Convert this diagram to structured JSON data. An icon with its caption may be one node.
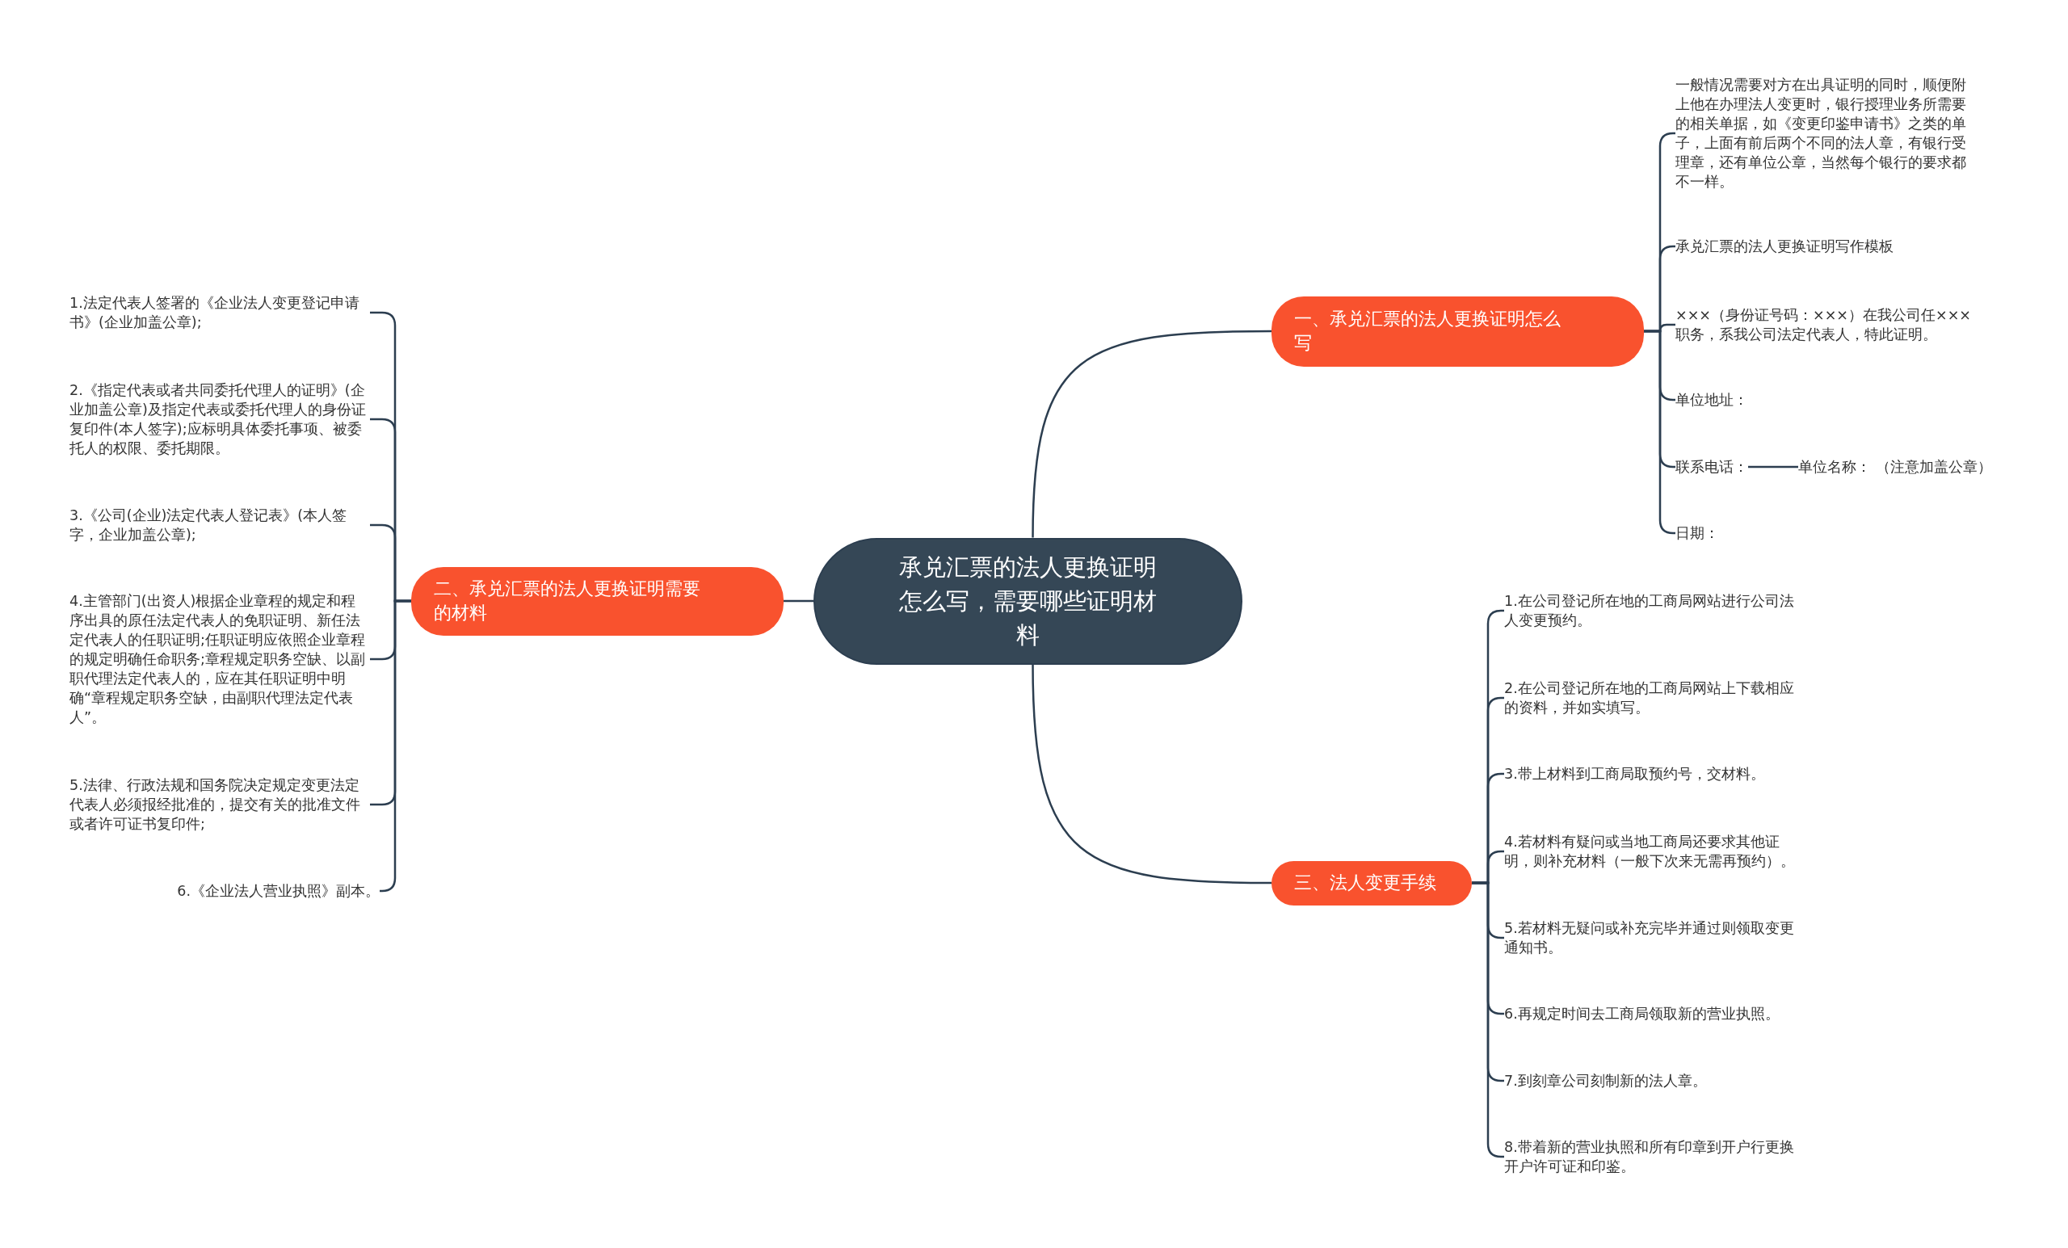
{
  "diagram": {
    "nodes": [
      {
        "text": [
          "承兑汇票的法人更换证明怎么写，需要哪些证明材料"
        ]
      },
      {
        "text": [
          "一、承兑汇票的法人更换证明怎么写"
        ]
      },
      {
        "text": [
          "一般情况需要对方在出具证明的同时，顺便附上他在办理法人变更时，银行授理业务所需要的相关单据，如《变更印鉴申请书》之类的单子，上面有前后两个不同的法人章，有银行受理章，还有单位公章，当然每个银行的要求都不一样。"
        ]
      },
      {
        "text": [
          "承兑汇票的法人更换证明写作模板"
        ]
      },
      {
        "text": [
          "×××（身份证号码：×××）在我公司任×××职务，系我公司法定代表人，特此证明。"
        ]
      },
      {
        "text": [
          "单位地址："
        ]
      },
      {
        "text": [
          "联系电话："
        ]
      },
      {
        "text": [
          "单位名称： （注意加盖公章）"
        ]
      },
      {
        "text": [
          "日期："
        ]
      },
      {
        "text": [
          "二、承兑汇票的法人更换证明需要的材料"
        ]
      },
      {
        "text": [
          "1.法定代表人签署的《企业法人变更登记申请书》(企业加盖公章);"
        ]
      },
      {
        "text": [
          "2.《指定代表或者共同委托代理人的证明》(企业加盖公章)及指定代表或委托代理人的身份证复印件(本人签字);应标明具体委托事项、被委托人的权限、委托期限。"
        ]
      },
      {
        "text": [
          "3.《公司(企业)法定代表人登记表》(本人签字，企业加盖公章);"
        ]
      },
      {
        "text": [
          "4.主管部门(出资人)根据企业章程的规定和程序出具的原任法定代表人的免职证明、新任法定代表人的任职证明;任职证明应依照企业章程的规定明确任命职务;章程规定职务空缺、以副职代理法定代表人的，应在其任职证明中明确“章程规定职务空缺，由副职代理法定代表人”。"
        ]
      },
      {
        "text": [
          "5.法律、行政法规和国务院决定规定变更法定代表人必须报经批准的，提交有关的批准文件或者许可证书复印件;"
        ]
      },
      {
        "text": [
          "6.《企业法人营业执照》副本。"
        ]
      },
      {
        "text": [
          "三、法人变更手续"
        ]
      },
      {
        "text": [
          "1.在公司登记所在地的工商局网站进行公司法人变更预约。"
        ]
      },
      {
        "text": [
          "2.在公司登记所在地的工商局网站上下载相应的资料，并如实填写。"
        ]
      },
      {
        "text": [
          "3.带上材料到工商局取预约号，交材料。"
        ]
      },
      {
        "text": [
          "4.若材料有疑问或当地工商局还要求其他证明，则补充材料（一般下次来无需再预约）。"
        ]
      },
      {
        "text": [
          "5.若材料无疑问或补充完毕并通过则领取变更通知书。"
        ]
      },
      {
        "text": [
          "6.再规定时间去工商局领取新的营业执照。"
        ]
      },
      {
        "text": [
          "7.到刻章公司刻制新的法人章。"
        ]
      },
      {
        "text": [
          "8.带着新的营业执照和所有印章到开户行更换开户许可证和印鉴。"
        ]
      }
    ],
    "edges": [
      {
        "from": 0,
        "to": 1,
        "arrow": "none"
      },
      {
        "from": 1,
        "to": 2,
        "arrow": "none"
      },
      {
        "from": 1,
        "to": 3,
        "arrow": "none"
      },
      {
        "from": 1,
        "to": 4,
        "arrow": "none"
      },
      {
        "from": 1,
        "to": 5,
        "arrow": "none"
      },
      {
        "from": 1,
        "to": 6,
        "arrow": "none"
      },
      {
        "from": 6,
        "to": 7,
        "arrow": "none"
      },
      {
        "from": 1,
        "to": 8,
        "arrow": "none"
      },
      {
        "from": 0,
        "to": 9,
        "arrow": "none"
      },
      {
        "from": 9,
        "to": 10,
        "arrow": "none"
      },
      {
        "from": 9,
        "to": 11,
        "arrow": "none"
      },
      {
        "from": 9,
        "to": 12,
        "arrow": "none"
      },
      {
        "from": 9,
        "to": 13,
        "arrow": "none"
      },
      {
        "from": 9,
        "to": 14,
        "arrow": "none"
      },
      {
        "from": 9,
        "to": 15,
        "arrow": "none"
      },
      {
        "from": 0,
        "to": 16,
        "arrow": "none"
      },
      {
        "from": 16,
        "to": 17,
        "arrow": "none"
      },
      {
        "from": 16,
        "to": 18,
        "arrow": "none"
      },
      {
        "from": 16,
        "to": 19,
        "arrow": "none"
      },
      {
        "from": 16,
        "to": 20,
        "arrow": "none"
      },
      {
        "from": 16,
        "to": 21,
        "arrow": "none"
      },
      {
        "from": 16,
        "to": 22,
        "arrow": "none"
      },
      {
        "from": 16,
        "to": 23,
        "arrow": "none"
      },
      {
        "from": 16,
        "to": 24,
        "arrow": "none"
      }
    ]
  }
}
